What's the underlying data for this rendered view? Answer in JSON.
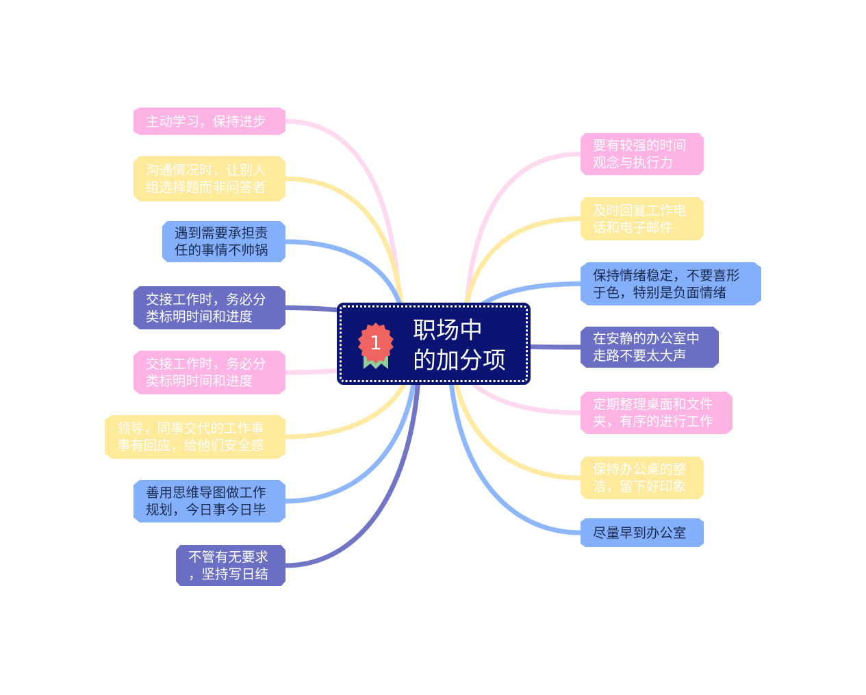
{
  "center": {
    "lines": [
      "职场中",
      "的加分项"
    ],
    "badge_number": "1",
    "icon": "award-ribbon-icon"
  },
  "left_nodes": [
    {
      "lines": [
        "主动学习，保持进步"
      ],
      "color": "#ffb2e4"
    },
    {
      "lines": [
        "沟通情况时，让别人",
        "组选择题而非问答者"
      ],
      "color": "#ffe99a"
    },
    {
      "lines": [
        "遇到需要承担责",
        "任的事情不帅锅"
      ],
      "color": "#84b0fb"
    },
    {
      "lines": [
        "交接工作时，务必分",
        "类标明时间和进度"
      ],
      "color": "#6b6fc3"
    },
    {
      "lines": [
        "交接工作时，务必分",
        "类标明时间和进度"
      ],
      "color": "#ffb2e4"
    },
    {
      "lines": [
        "领导，同事交代的工作事",
        "事有回应，给他们安全感"
      ],
      "color": "#ffe99a"
    },
    {
      "lines": [
        "善用思维导图做工作",
        "规划，今日事今日毕"
      ],
      "color": "#84b0fb"
    },
    {
      "lines": [
        "不管有无要求",
        "，坚持写日结"
      ],
      "color": "#6b6fc3"
    }
  ],
  "right_nodes": [
    {
      "lines": [
        "要有较强的时间",
        "观念与执行力"
      ],
      "color": "#ffb2e4"
    },
    {
      "lines": [
        "及时回复工作电",
        "话和电子邮件"
      ],
      "color": "#ffe99a"
    },
    {
      "lines": [
        "保持情绪稳定，不要喜形",
        "于色，特别是负面情绪"
      ],
      "color": "#84b0fb"
    },
    {
      "lines": [
        "在安静的办公室中",
        "走路不要太大声"
      ],
      "color": "#6b6fc3"
    },
    {
      "lines": [
        "定期整理桌面和文件",
        "夹，有序的进行工作"
      ],
      "color": "#ffb2e4"
    },
    {
      "lines": [
        "保持办公桌的整",
        "洁，留下好印象"
      ],
      "color": "#ffe99a"
    },
    {
      "lines": [
        "尽量早到办公室"
      ],
      "color": "#84b0fb"
    }
  ]
}
